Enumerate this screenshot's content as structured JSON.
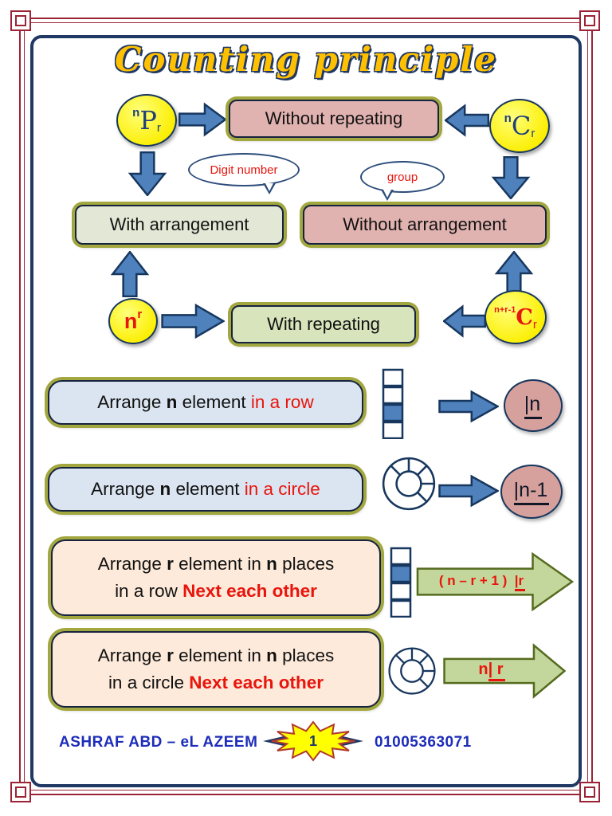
{
  "title": "Counting principle",
  "flow": {
    "npr": {
      "sup": "n",
      "letter": "P",
      "sub": "r"
    },
    "ncr": {
      "sup": "n",
      "letter": "C",
      "sub": "r"
    },
    "nr": {
      "base": "n",
      "sup": "r"
    },
    "nr1cr": {
      "sup": "n+r-1",
      "letter": "C",
      "sub": "r"
    },
    "boxes": {
      "without_repeating": "Without repeating",
      "with_arrangement": "With arrangement",
      "without_arrangement": "Without arrangement",
      "with_repeating": "With repeating"
    },
    "bubbles": {
      "digit_number": "Digit number",
      "group": "group"
    }
  },
  "rules": {
    "r1": {
      "text": [
        {
          "t": "Arrange ",
          "s": "n"
        },
        {
          "t": "n",
          "s": "b"
        },
        {
          "t": " element ",
          "s": "n"
        },
        {
          "t": "in a row",
          "s": "r"
        }
      ],
      "result_fact": "|n"
    },
    "r2": {
      "text": [
        {
          "t": "Arrange ",
          "s": "n"
        },
        {
          "t": "n",
          "s": "b"
        },
        {
          "t": " element ",
          "s": "n"
        },
        {
          "t": "in a circle",
          "s": "r"
        }
      ],
      "result_fact": "|n-1"
    },
    "r3": {
      "line1": [
        {
          "t": "Arrange ",
          "s": "n"
        },
        {
          "t": "r",
          "s": "b"
        },
        {
          "t": " element in ",
          "s": "n"
        },
        {
          "t": "n",
          "s": "b"
        },
        {
          "t": " places",
          "s": "n"
        }
      ],
      "line2": [
        {
          "t": "in a row ",
          "s": "n"
        },
        {
          "t": "Next each other",
          "s": "rb"
        }
      ],
      "result_pre": "( n – r + 1 )",
      "result_fact": "|r"
    },
    "r4": {
      "line1": [
        {
          "t": "Arrange ",
          "s": "n"
        },
        {
          "t": "r",
          "s": "b"
        },
        {
          "t": " element in ",
          "s": "n"
        },
        {
          "t": "n",
          "s": "b"
        },
        {
          "t": " places",
          "s": "n"
        }
      ],
      "line2": [
        {
          "t": "in a circle ",
          "s": "n"
        },
        {
          "t": "Next each other",
          "s": "rb"
        }
      ],
      "result_pre": "n",
      "result_fact": "| r"
    }
  },
  "footer": {
    "author": "ASHRAF ABD – eL AZEEM",
    "page_number": "1",
    "phone": "01005363071"
  },
  "colors": {
    "arrow_blue": "#4f81bd",
    "outline_navy": "#17375e",
    "circle_yellow": "#fcee00",
    "box_pink": "#e0b2b0",
    "box_green": "#d8e4bc",
    "box_light_blue": "#dbe5f1",
    "box_peach": "#fdeada",
    "olive_ring": "#a2a73f",
    "green_arrow": "#c3d69b",
    "accent_red": "#e8150d",
    "footer_blue": "#1d2cba",
    "title_gold": "#ffc000",
    "frame_red": "#9b2335",
    "frame_navy": "#1f3864"
  }
}
